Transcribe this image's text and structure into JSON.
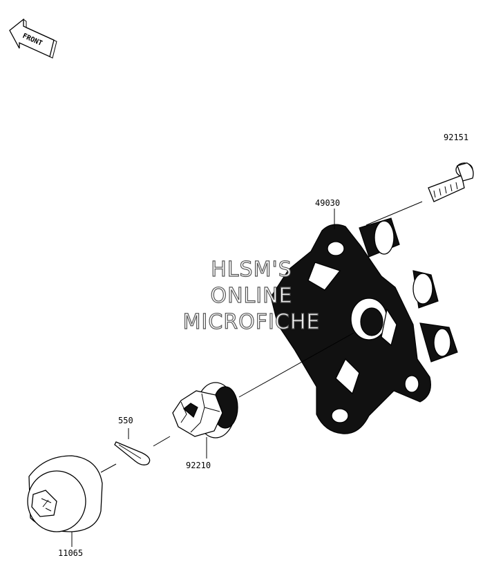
{
  "front_arrow": {
    "text": "FRONT"
  },
  "watermark": {
    "line1": "HLSM'S",
    "line2": "ONLINE",
    "line3": "MICROFICHE"
  },
  "parts": [
    {
      "number": "92151",
      "name": "bolt"
    },
    {
      "number": "49030",
      "name": "hub"
    },
    {
      "number": "550",
      "name": "cotter-pin"
    },
    {
      "number": "92210",
      "name": "castle-nut"
    },
    {
      "number": "11065",
      "name": "cap"
    }
  ],
  "colors": {
    "ink": "#000000",
    "paper": "#ffffff",
    "watermark_outline": "#555555"
  }
}
